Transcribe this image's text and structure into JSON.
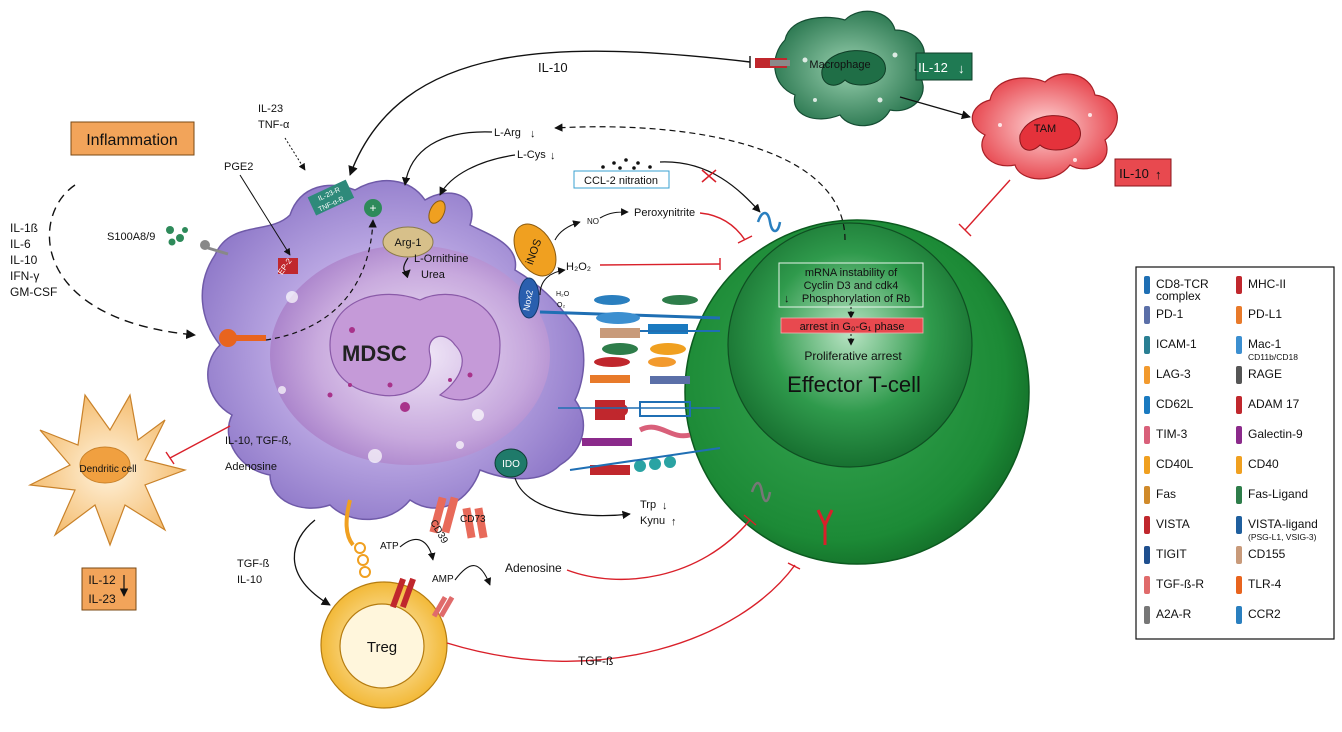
{
  "cells": {
    "mdsc": "MDSC",
    "effector": "Effector T-cell",
    "macrophage": "Macrophage",
    "tam": "TAM",
    "dendritic": "Dendritic cell",
    "treg": "Treg"
  },
  "boxes": {
    "inflammation": "Inflammation",
    "il12_down_macro": "IL-12",
    "il10_up_tam": "IL-10",
    "ccl2": "CCL-2 nitration",
    "dc_il12": "IL-12",
    "dc_il23": "IL-23",
    "mrna_1": "mRNA instability of",
    "mrna_2": "Cyclin D3 and cdk4",
    "mrna_3": "Phosphorylation of Rb",
    "arrest": "arrest in G₀-G₁ phase",
    "prolif": "Proliferative arrest"
  },
  "labels": {
    "il10_top": "IL-10",
    "il23": "IL-23",
    "tnfa": "TNF-α",
    "pge2": "PGE2",
    "s100": "S100A8/9",
    "cyto_il1b": "IL-1ß",
    "cyto_il6": "IL-6",
    "cyto_il10": "IL-10",
    "cyto_ifn": "IFN-γ",
    "cyto_gmcsf": "GM-CSF",
    "larg": "L-Arg",
    "lcys": "L-Cys",
    "arg1": "Arg-1",
    "lorn": "L-Ornithine",
    "urea": "Urea",
    "inos": "iNOS",
    "nox2": "Nox2",
    "no": "NO",
    "peroxy": "Peroxynitrite",
    "h2o2": "H₂O₂",
    "h2o": "H₂O",
    "o2": "O₂",
    "il23r": "IL-23-R",
    "tnfar": "TNF-α-R",
    "ep2": "EP-2",
    "ido": "IDO",
    "trp": "Trp",
    "kynu": "Kynu",
    "il10_tgf_1": "IL-10, TGF-ß,",
    "il10_tgf_2": "Adenosine",
    "tgfb_left": "TGF-ß",
    "il10_left": "IL-10",
    "atp": "ATP",
    "amp": "AMP",
    "cd39": "CD39",
    "cd73": "CD73",
    "adenosine": "Adenosine",
    "tgfb_bottom": "TGF-ß",
    "plus": "+"
  },
  "legend": {
    "items": [
      {
        "label": "CD8-TCR",
        "label2": "complex",
        "color": "#1f6fb4",
        "icon": "tcr-icon"
      },
      {
        "label": "MHC-II",
        "color": "#c0272d",
        "icon": "mhc-icon"
      },
      {
        "label": "PD-1",
        "color": "#5b6fa8",
        "icon": "pd1-icon"
      },
      {
        "label": "PD-L1",
        "color": "#e87a2a",
        "icon": "pdl1-icon"
      },
      {
        "label": "ICAM-1",
        "color": "#2a7f93",
        "icon": "icam-icon"
      },
      {
        "label": "Mac-1",
        "label2": "CD11b/CD18",
        "color": "#3c8fd0",
        "icon": "mac1-icon"
      },
      {
        "label": "LAG-3",
        "color": "#f29a2e",
        "icon": "lag3-icon"
      },
      {
        "label": "RAGE",
        "color": "#555555",
        "icon": "rage-icon"
      },
      {
        "label": "CD62L",
        "color": "#1a7ac0",
        "icon": "cd62l-icon"
      },
      {
        "label": "ADAM 17",
        "color": "#c0272d",
        "icon": "adam17-icon"
      },
      {
        "label": "TIM-3",
        "color": "#d9607a",
        "icon": "tim3-icon"
      },
      {
        "label": "Galectin-9",
        "color": "#8b2a8b",
        "icon": "galectin-icon"
      },
      {
        "label": "CD40L",
        "color": "#f0a020",
        "icon": "cd40l-icon"
      },
      {
        "label": "CD40",
        "color": "#f0a020",
        "icon": "cd40-icon"
      },
      {
        "label": "Fas",
        "color": "#d08a2a",
        "icon": "fas-icon"
      },
      {
        "label": "Fas-Ligand",
        "color": "#2e7d4a",
        "icon": "fasl-icon"
      },
      {
        "label": "VISTA",
        "color": "#c0272d",
        "icon": "vista-icon"
      },
      {
        "label": "VISTA-ligand",
        "label2": "(PSG-L1, VSIG-3)",
        "color": "#1f5f9e",
        "icon": "vistal-icon"
      },
      {
        "label": "TIGIT",
        "color": "#1f4f8e",
        "icon": "tigit-icon"
      },
      {
        "label": "CD155",
        "color": "#c89a7a",
        "icon": "cd155-icon"
      },
      {
        "label": "TGF-ß-R",
        "color": "#e06b6b",
        "icon": "tgfbr-icon"
      },
      {
        "label": "TLR-4",
        "color": "#e8641e",
        "icon": "tlr4-icon"
      },
      {
        "label": "A2A-R",
        "color": "#777777",
        "icon": "a2ar-icon"
      },
      {
        "label": "CCR2",
        "color": "#2a7fbf",
        "icon": "ccr2-icon"
      }
    ]
  },
  "colors": {
    "mdsc": "#9b86d3",
    "effector": "#1f8f3a",
    "macrophage": "#2e8a5a",
    "tam": "#e8494f",
    "dendritic": "#f6c06b",
    "treg": "#f2b01e",
    "inhibit": "#d9202a"
  }
}
